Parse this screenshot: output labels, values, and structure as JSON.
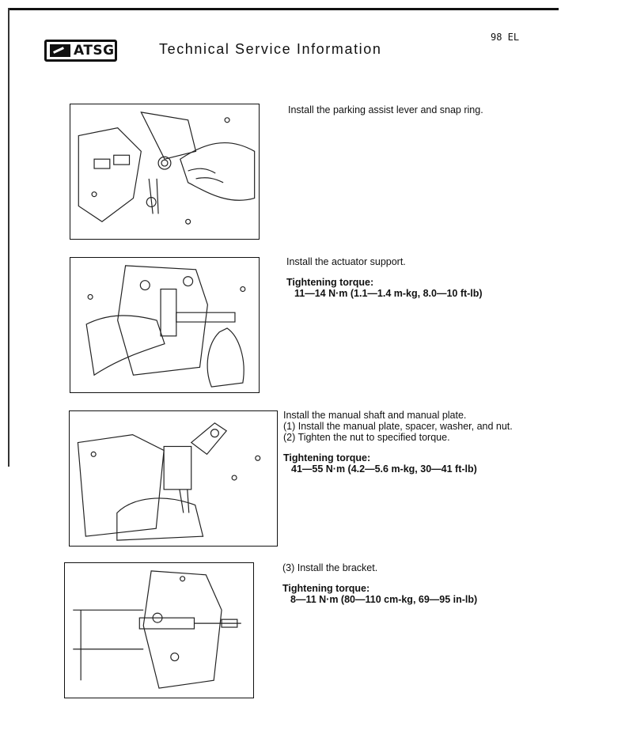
{
  "header": {
    "logo_text": "ATSG",
    "title": "Technical Service Information",
    "page_code": "98 EL"
  },
  "sections": [
    {
      "lines": [
        "Install the parking assist lever and snap ring."
      ]
    },
    {
      "lines": [
        "Install the actuator support."
      ],
      "torque_label": "Tightening torque:",
      "torque_value": "11—14 N·m (1.1—1.4 m-kg, 8.0—10 ft-lb)"
    },
    {
      "lines": [
        "Install the manual shaft and manual plate."
      ],
      "steps": [
        "(1) Install the manual plate, spacer, washer, and nut.",
        "(2) Tighten the nut to specified torque."
      ],
      "torque_label": "Tightening torque:",
      "torque_value": "41—55 N·m (4.2—5.6 m-kg, 30—41 ft-lb)"
    },
    {
      "lines": [
        "(3) Install the bracket."
      ],
      "torque_label": "Tightening torque:",
      "torque_value": "8—11 N·m (80—110 cm-kg, 69—95 in-lb)"
    }
  ]
}
